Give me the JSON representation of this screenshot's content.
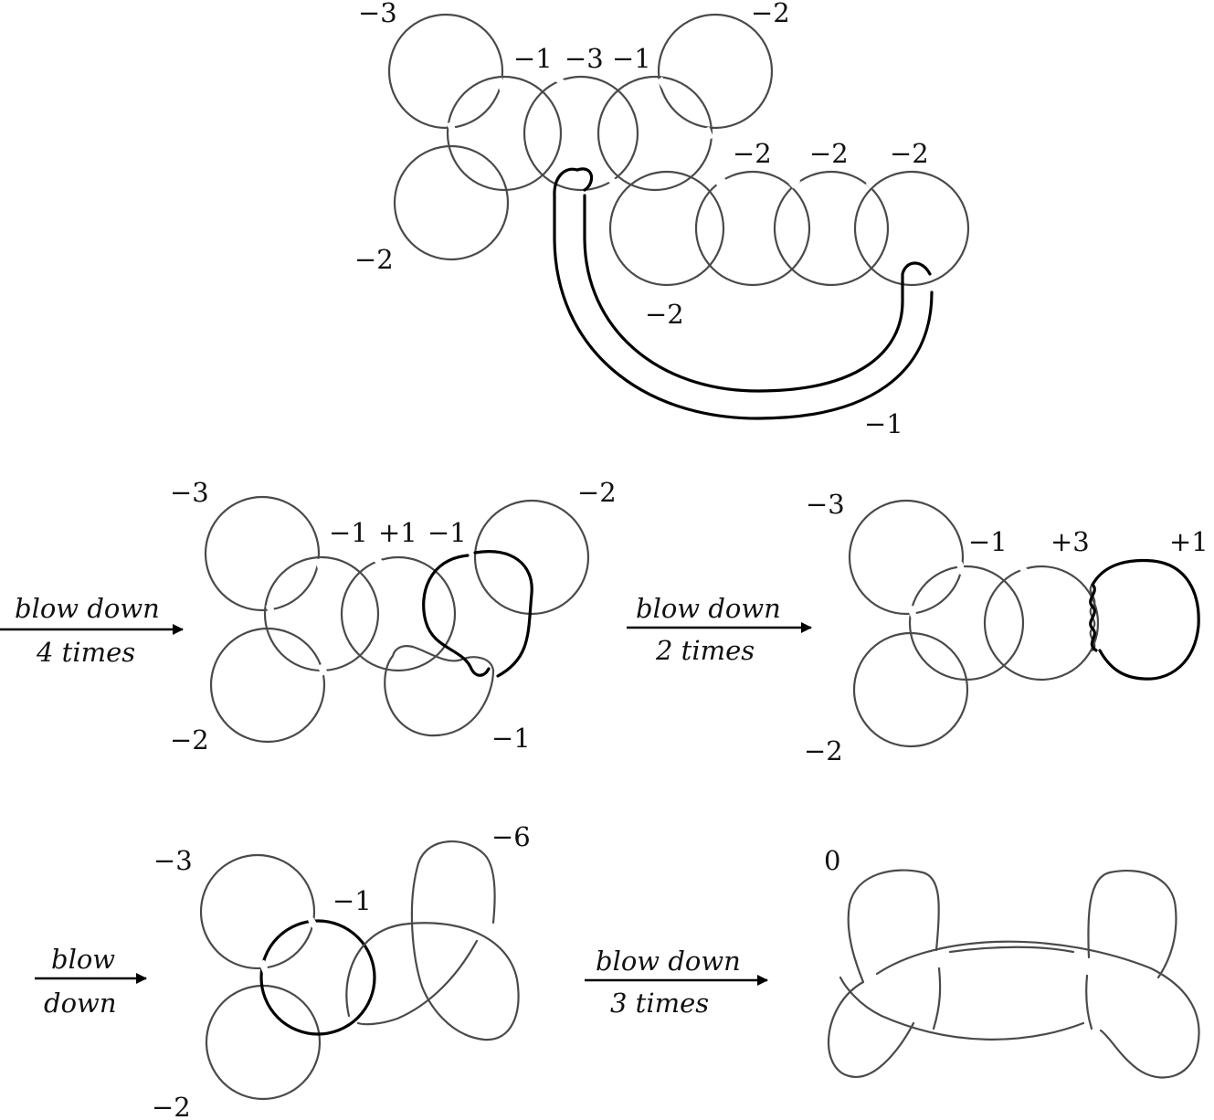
{
  "panel_top": {
    "labels": {
      "tl_circle": "−3",
      "tr_circle": "−2",
      "mid_a": "−1",
      "mid_b": "−3",
      "mid_c": "−1",
      "chain_1": "−2",
      "chain_2": "−2",
      "chain_3": "−2",
      "bl_circle": "−2",
      "chain_left": "−2",
      "band": "−1"
    }
  },
  "panel_mid_left": {
    "arrow_line1": "blow down",
    "arrow_line2": "4 times",
    "labels": {
      "tl": "−3",
      "tr": "−2",
      "a": "−1",
      "b": "+1",
      "c": "−1",
      "bl": "−2",
      "br": "−1"
    }
  },
  "panel_mid_right": {
    "arrow_line1": "blow down",
    "arrow_line2": "2 times",
    "labels": {
      "tl": "−3",
      "a": "−1",
      "b": "+3",
      "c": "+1",
      "bl": "−2"
    }
  },
  "panel_bottom_left": {
    "arrow_line1": "blow",
    "arrow_line2": "down",
    "labels": {
      "tl": "−3",
      "a": "−1",
      "tr": "−6",
      "bl": "−2"
    }
  },
  "panel_bottom_right": {
    "arrow_line1": "blow down",
    "arrow_line2": "3 times",
    "labels": {
      "framing": "0"
    }
  }
}
